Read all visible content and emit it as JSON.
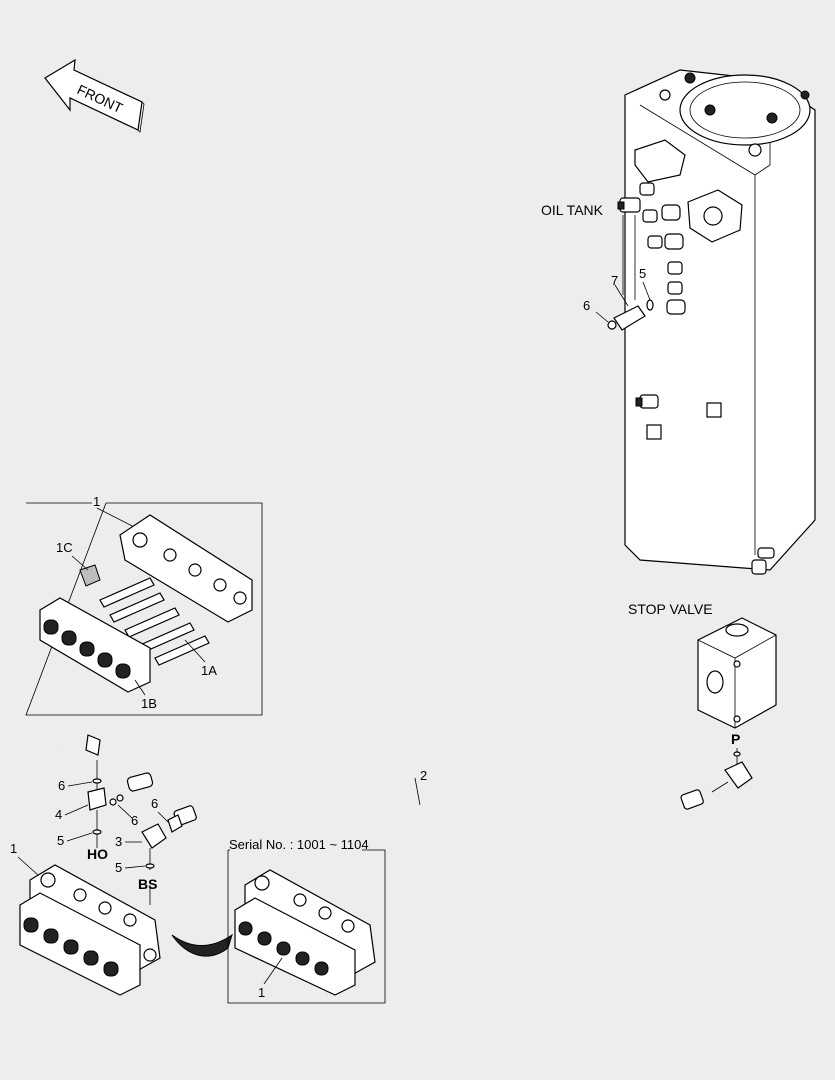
{
  "labels": {
    "front": "FRONT",
    "oil_tank": "OIL TANK",
    "stop_valve": "STOP VALVE",
    "serial": "Serial No. : 1001 ~ 1104",
    "port_p": "P",
    "port_ho": "HO",
    "port_bs": "BS"
  },
  "callouts": {
    "tank_7": "7",
    "tank_5": "5",
    "tank_6": "6",
    "inset_1": "1",
    "inset_1c": "1C",
    "inset_1a": "1A",
    "inset_1b": "1B",
    "hose_2": "2",
    "left_6a": "6",
    "left_4": "4",
    "left_5a": "5",
    "left_1": "1",
    "left_6b": "6",
    "left_6c": "6",
    "left_3": "3",
    "left_5b": "5",
    "serial_1": "1"
  }
}
